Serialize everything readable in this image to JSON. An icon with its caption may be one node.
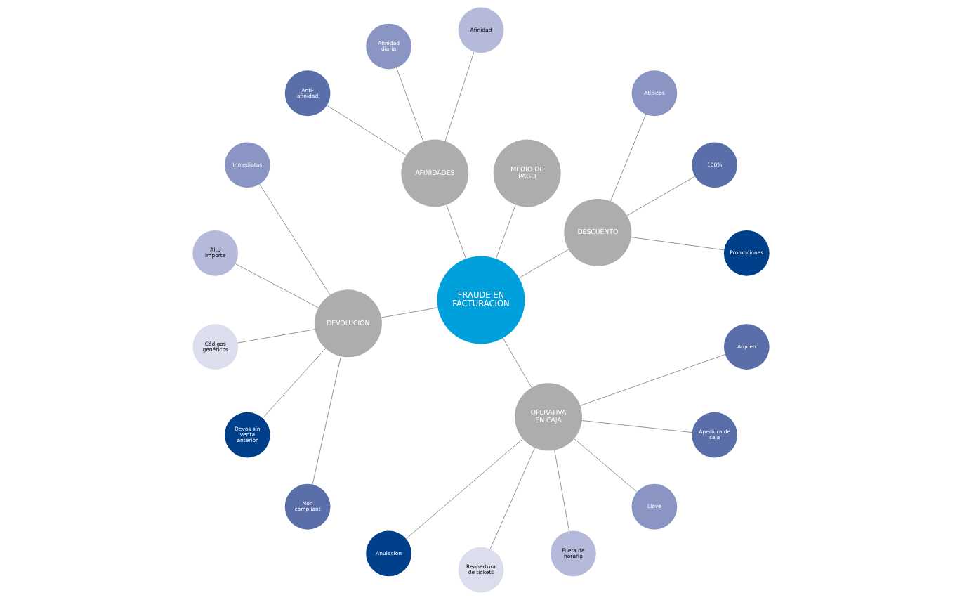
{
  "diagram": {
    "nodes": [
      {
        "text": [
          "FRAUDE EN FACTURACIÓN"
        ]
      },
      {
        "text": [
          "DESCUENTO"
        ]
      },
      {
        "text": [
          "Promociones"
        ]
      },
      {
        "text": [
          "100%"
        ]
      },
      {
        "text": [
          "Atípicos"
        ]
      },
      {
        "text": [
          "MEDIO DE PAGO"
        ]
      },
      {
        "text": [
          "AFINIDADES"
        ]
      },
      {
        "text": [
          "Afinidad"
        ]
      },
      {
        "text": [
          "Afinidad diaria"
        ]
      },
      {
        "text": [
          "Anti- afinidad"
        ]
      },
      {
        "text": [
          "DEVOLUCIÓN"
        ]
      },
      {
        "text": [
          "Inmediatas"
        ]
      },
      {
        "text": [
          "Alto importe"
        ]
      },
      {
        "text": [
          "Códigos genéricos"
        ]
      },
      {
        "text": [
          "Devos sin venta anterior"
        ]
      },
      {
        "text": [
          "Non compliant"
        ]
      },
      {
        "text": [
          "OPERATIVA EN CAJA"
        ]
      },
      {
        "text": [
          "Anulación"
        ]
      },
      {
        "text": [
          "Reapertura de tickets"
        ]
      },
      {
        "text": [
          "Fuera de horario"
        ]
      },
      {
        "text": [
          "Llave"
        ]
      },
      {
        "text": [
          "Apertura de caja"
        ]
      },
      {
        "text": [
          "Arqueo"
        ]
      }
    ],
    "edges": [
      {
        "from": 0,
        "to": 1,
        "arrow": "none"
      },
      {
        "from": 1,
        "to": 2,
        "arrow": "none"
      },
      {
        "from": 1,
        "to": 3,
        "arrow": "none"
      },
      {
        "from": 1,
        "to": 4,
        "arrow": "none"
      },
      {
        "from": 0,
        "to": 5,
        "arrow": "none"
      },
      {
        "from": 0,
        "to": 6,
        "arrow": "none"
      },
      {
        "from": 6,
        "to": 7,
        "arrow": "none"
      },
      {
        "from": 6,
        "to": 8,
        "arrow": "none"
      },
      {
        "from": 6,
        "to": 9,
        "arrow": "none"
      },
      {
        "from": 0,
        "to": 16,
        "arrow": "none"
      },
      {
        "from": 16,
        "to": 17,
        "arrow": "none"
      },
      {
        "from": 16,
        "to": 18,
        "arrow": "none"
      },
      {
        "from": 16,
        "to": 19,
        "arrow": "none"
      },
      {
        "from": 16,
        "to": 20,
        "arrow": "none"
      },
      {
        "from": 16,
        "to": 21,
        "arrow": "none"
      },
      {
        "from": 16,
        "to": 22,
        "arrow": "none"
      },
      {
        "from": 0,
        "to": 10,
        "arrow": "none"
      },
      {
        "from": 10,
        "to": 11,
        "arrow": "none"
      },
      {
        "from": 10,
        "to": 12,
        "arrow": "none"
      },
      {
        "from": 10,
        "to": 13,
        "arrow": "none"
      },
      {
        "from": 10,
        "to": 14,
        "arrow": "none"
      },
      {
        "from": 10,
        "to": 15,
        "arrow": "none"
      }
    ]
  }
}
